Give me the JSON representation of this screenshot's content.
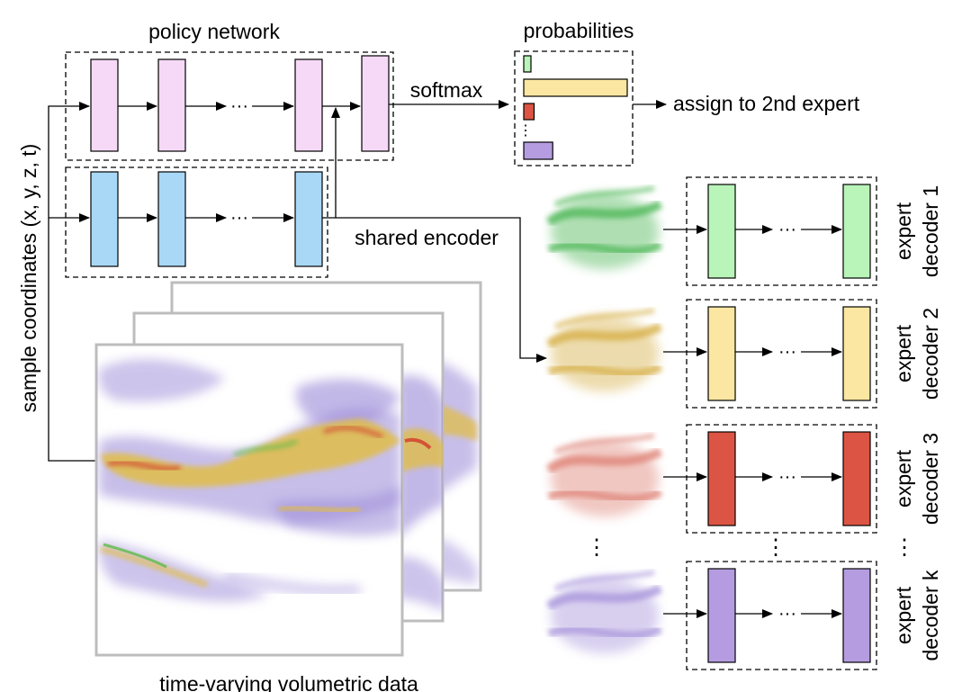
{
  "labels": {
    "policy_network": "policy network",
    "probabilities": "probabilities",
    "softmax": "softmax",
    "assign": "assign to 2nd expert",
    "shared_encoder": "shared encoder",
    "sample_coordinates": "sample coordinates (x, y, z, t)",
    "volumetric_data": "time-varying volumetric data",
    "ellipsis": "···",
    "vertical_dots": "⋮"
  },
  "probability_values": [
    0.06,
    1.0,
    0.1,
    0.28
  ],
  "experts": [
    {
      "line1": "expert",
      "line2": "decoder 1",
      "color": "#b9f4b9",
      "render": "#4fb859"
    },
    {
      "line1": "expert",
      "line2": "decoder 2",
      "color": "#fbe7a2",
      "render": "#d7b04a"
    },
    {
      "line1": "expert",
      "line2": "decoder 3",
      "color": "#dc5443",
      "render": "#df8478"
    },
    {
      "line1": "expert",
      "line2": "decoder k",
      "color": "#b59ce0",
      "render": "#a996dc"
    }
  ],
  "colors": {
    "policy_layer": "#f6d9f6",
    "encoder_layer": "#a9d8f7",
    "prob_green": "#b9f4b9",
    "prob_yellow": "#fbe7a2",
    "prob_red": "#dc5443",
    "prob_purple": "#b59ce0",
    "volume_purple": "#9b8ad8",
    "volume_yellow": "#e2bd3c",
    "volume_red": "#d13a2a",
    "volume_green": "#5cbc4a",
    "frame_gray": "#b8b8b8"
  }
}
